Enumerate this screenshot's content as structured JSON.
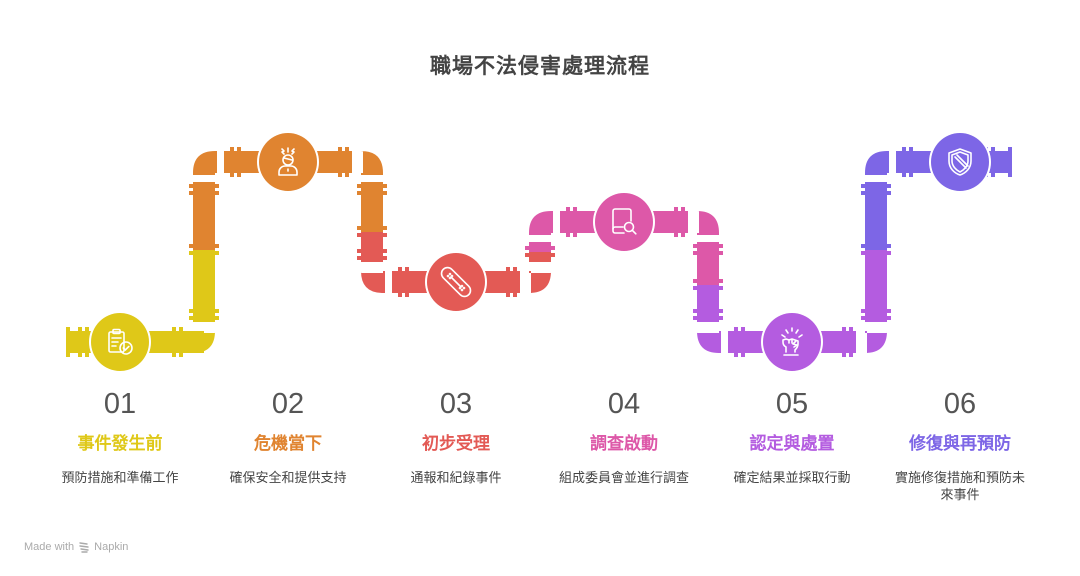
{
  "title": "職場不法侵害處理流程",
  "steps": [
    {
      "number": "01",
      "name": "事件發生前",
      "description": "預防措施和準備工作",
      "color": "#DFC818",
      "icon": "clipboard-check-icon"
    },
    {
      "number": "02",
      "name": "危機當下",
      "description": "確保安全和提供支持",
      "color": "#E08430",
      "icon": "stressed-person-icon"
    },
    {
      "number": "03",
      "name": "初步受理",
      "description": "通報和紀錄事件",
      "color": "#E35A55",
      "icon": "bandage-icon"
    },
    {
      "number": "04",
      "name": "調查啟動",
      "description": "組成委員會並進行調查",
      "color": "#DD58A8",
      "icon": "book-search-icon"
    },
    {
      "number": "05",
      "name": "認定與處置",
      "description": "確定結果並採取行動",
      "color": "#B45CE0",
      "icon": "raised-fist-icon"
    },
    {
      "number": "06",
      "name": "修復與再預防",
      "description": "實施修復措施和預防未來事件",
      "color": "#7D66E6",
      "icon": "shield-icon"
    }
  ],
  "footer": {
    "prefix": "Made with",
    "brand": "Napkin"
  }
}
